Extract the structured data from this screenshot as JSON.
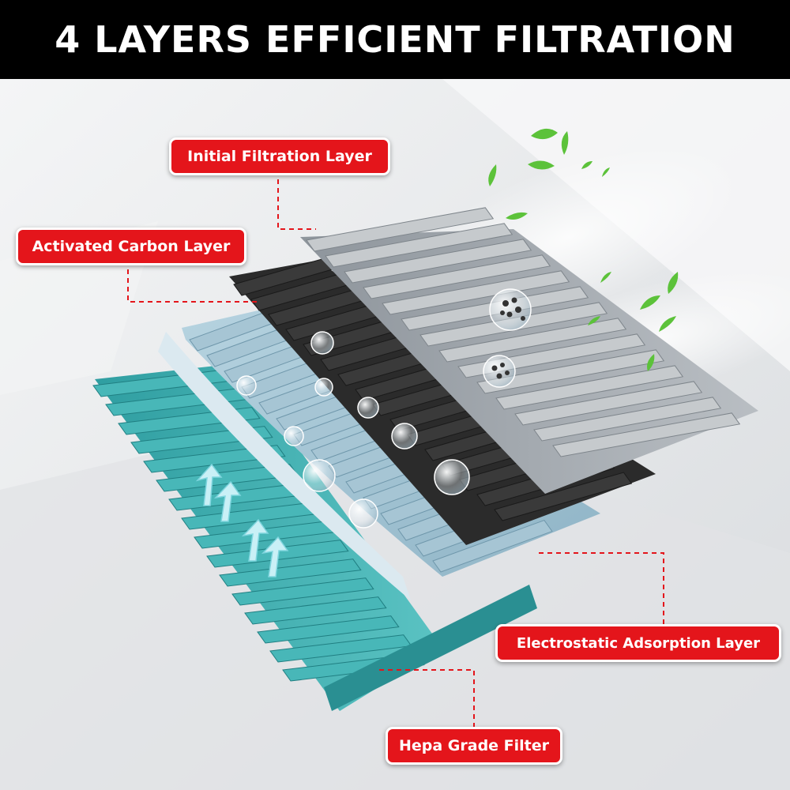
{
  "header": {
    "title": "4 LAYERS EFFICIENT FILTRATION"
  },
  "colors": {
    "header_background": "#000000",
    "callout_red": "#e4151b",
    "initial_layer": "#9aa1a8",
    "carbon_layer": "#2a2a2a",
    "electrostatic_layer": "#a9c7d6",
    "hepa_layer": "#3aa6a8",
    "leaf_green": "#5cc23a"
  },
  "callouts": {
    "initial": "Initial Filtration Layer",
    "carbon": "Activated Carbon Layer",
    "electrostatic": "Electrostatic Adsorption Layer",
    "hepa": "Hepa Grade Filter"
  },
  "icons": [
    "leaf-icon",
    "bubble-icon",
    "particle-cluster-icon",
    "airflow-arrow-icon"
  ]
}
